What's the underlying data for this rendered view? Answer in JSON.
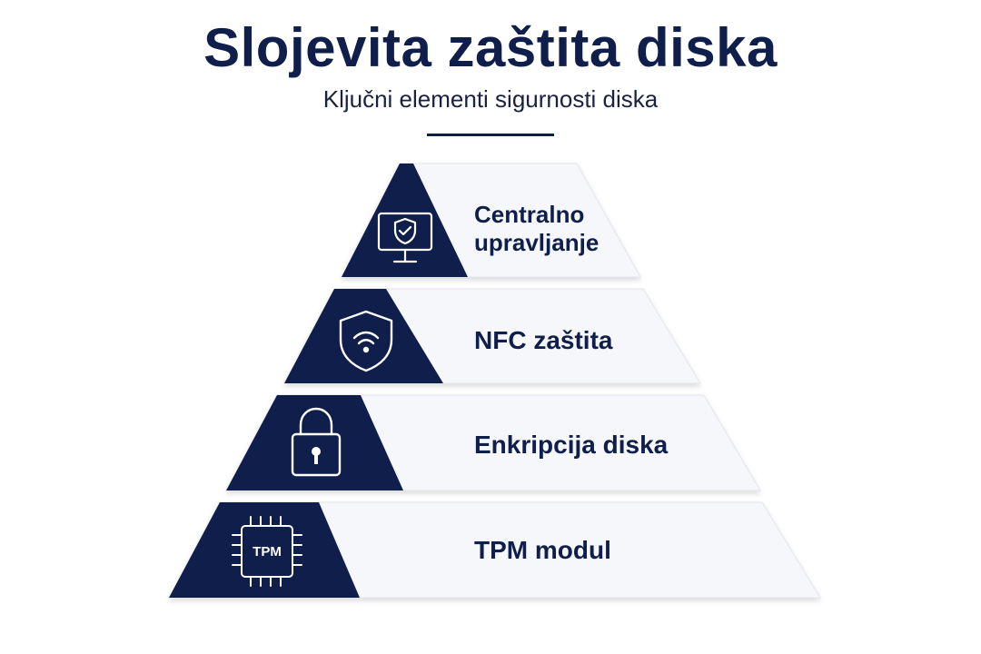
{
  "header": {
    "title": "Slojevita zaštita diska",
    "subtitle": "Ključni elementi sigurnosti diska"
  },
  "colors": {
    "navy": "#0f1e4a",
    "light": "#f6f7fa",
    "text": "#0f1e4a"
  },
  "tiers": [
    {
      "label_line1": "Centralno",
      "label_line2": "upravljanje",
      "icon": "monitor-shield-icon"
    },
    {
      "label": "NFC zaštita",
      "icon": "shield-wifi-icon"
    },
    {
      "label": "Enkripcija diska",
      "icon": "padlock-icon"
    },
    {
      "label": "TPM modul",
      "icon": "tpm-chip-icon",
      "icon_text": "TPM"
    }
  ]
}
